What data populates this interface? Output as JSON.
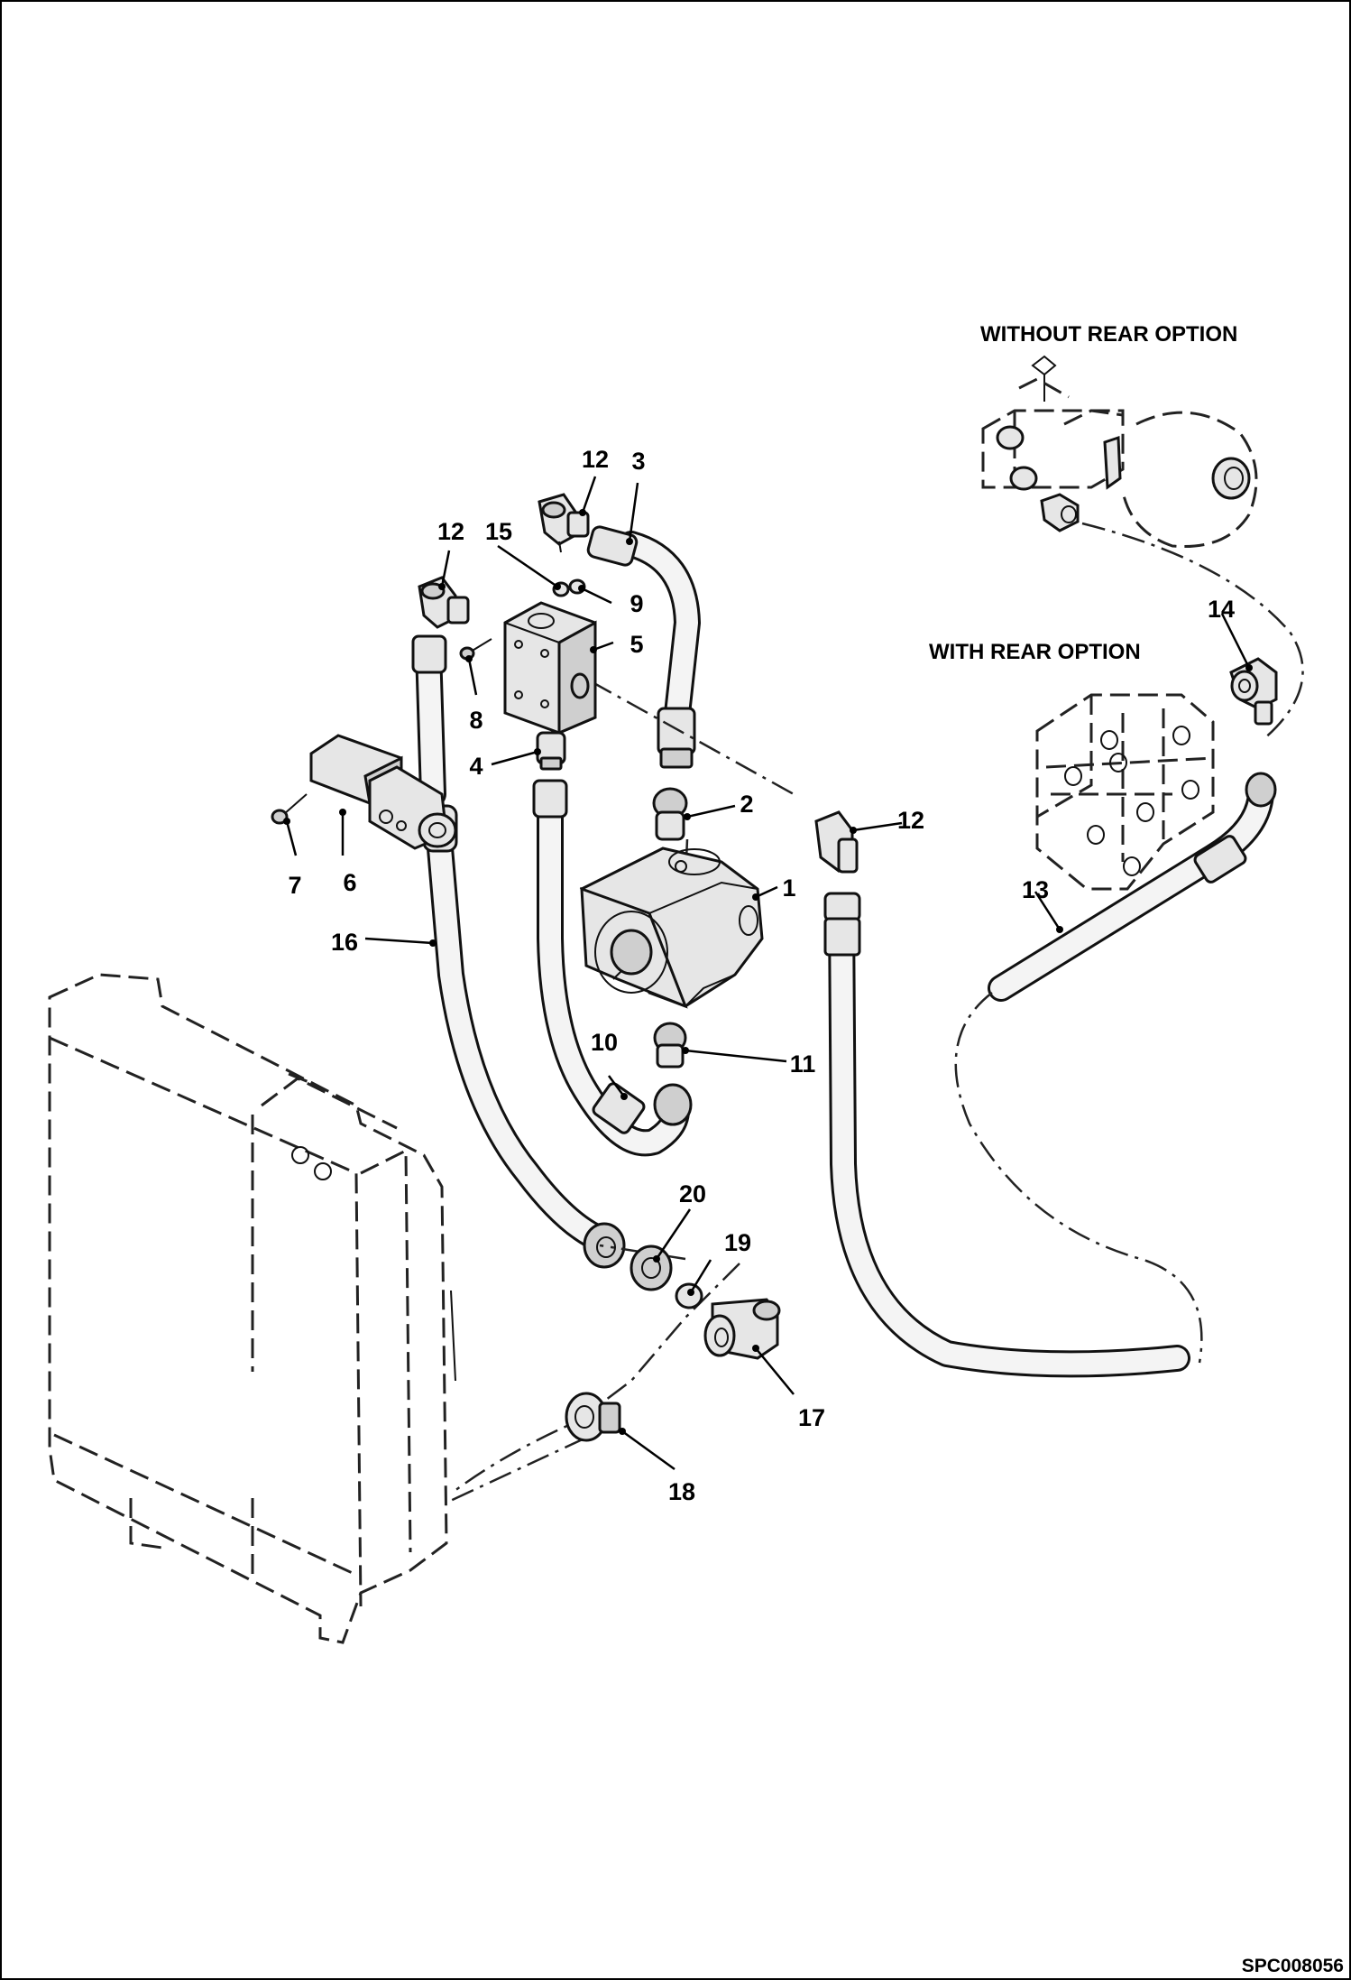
{
  "headings": {
    "without_rear_option": "WITHOUT  REAR OPTION",
    "with_rear_option": "WITH  REAR OPTION"
  },
  "document_id": "SPC008056",
  "callouts": [
    "1",
    "2",
    "3",
    "4",
    "5",
    "6",
    "7",
    "8",
    "9",
    "10",
    "11",
    "12",
    "12",
    "12",
    "13",
    "14",
    "15",
    "16",
    "17",
    "18",
    "19",
    "20"
  ]
}
